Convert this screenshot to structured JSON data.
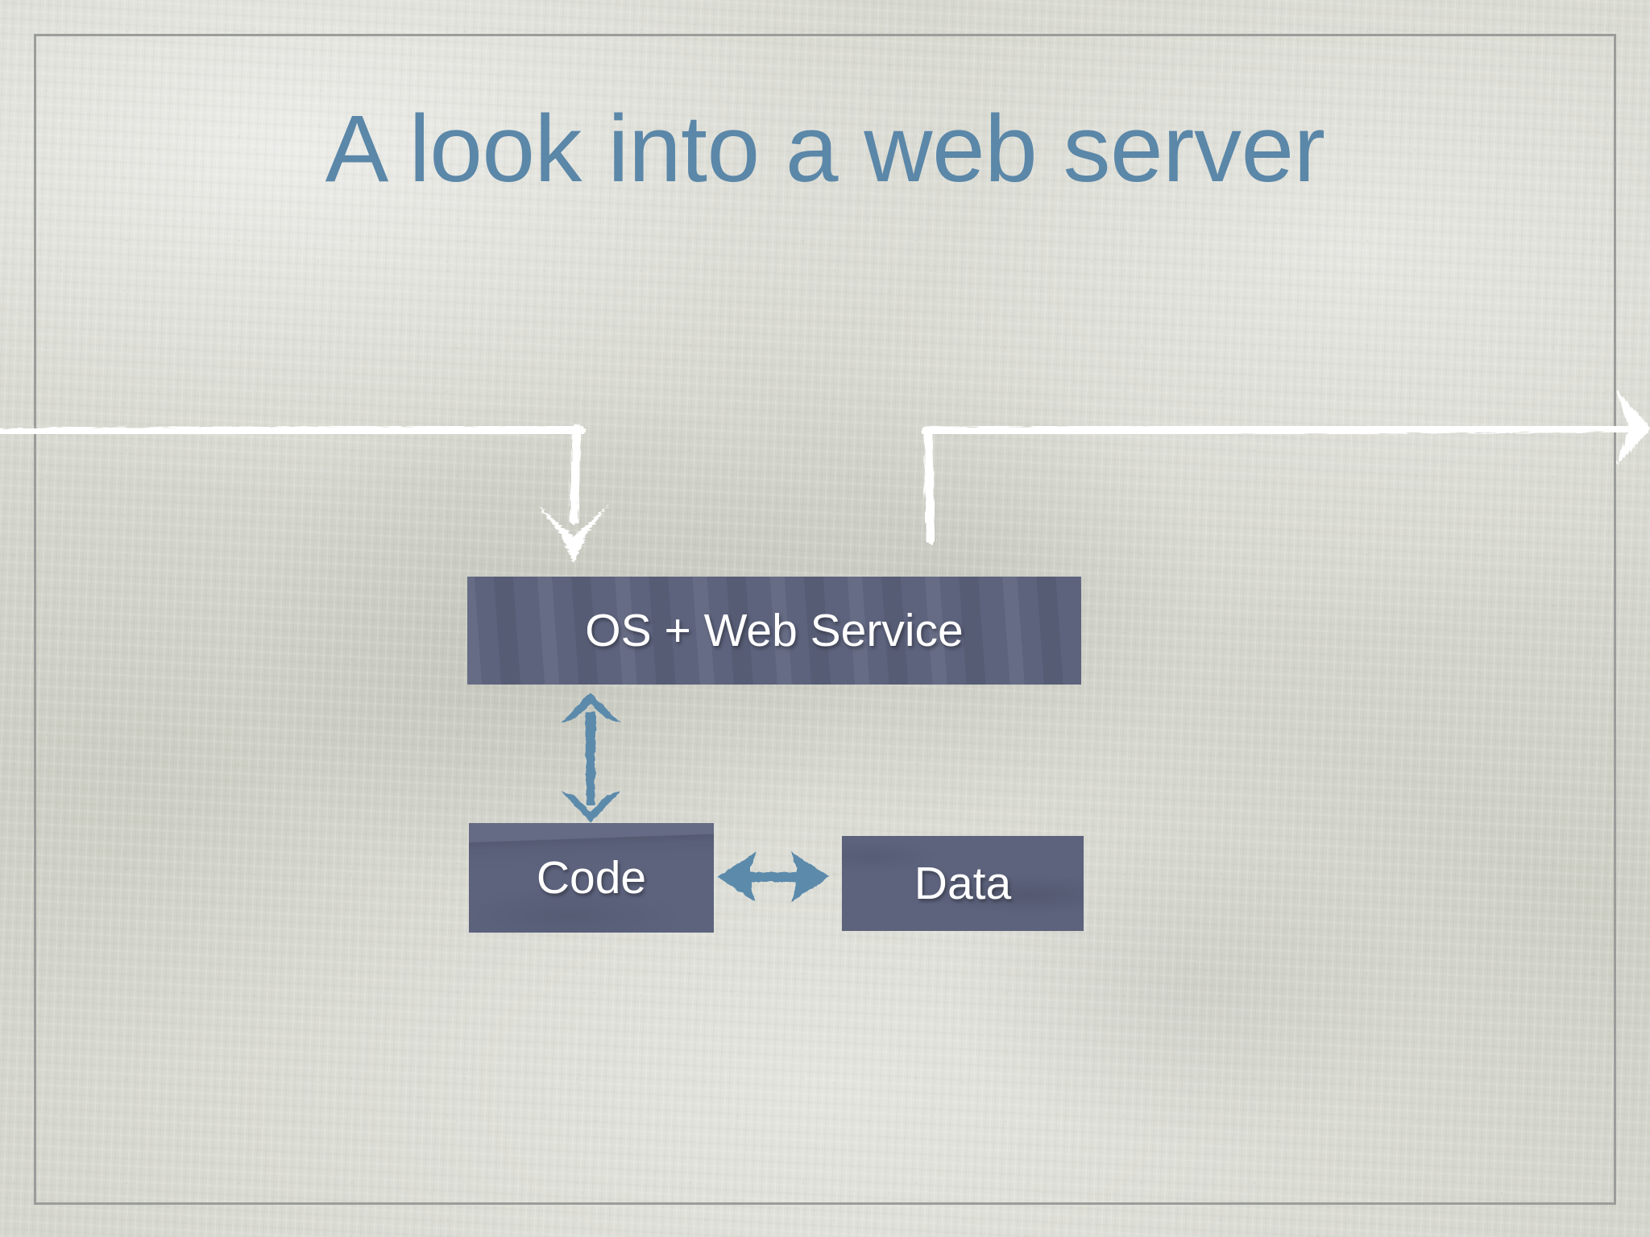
{
  "slide": {
    "title": "A look into a web server",
    "background_color": "#d5d6cd",
    "frame_color": "#9b9d9b",
    "title_color": "#5b87a8",
    "box_fill_color": "#5d637d",
    "box_text_color": "#ffffff",
    "chalk_arrow_color": "#5b8aab",
    "flow_arrow_color": "#ffffff"
  },
  "diagram": {
    "boxes": [
      {
        "id": "os",
        "label": "OS + Web Service"
      },
      {
        "id": "code",
        "label": "Code"
      },
      {
        "id": "data",
        "label": "Data"
      }
    ],
    "connectors": [
      {
        "id": "os-code",
        "kind": "double-headed-vertical-arrow"
      },
      {
        "id": "code-data",
        "kind": "double-headed-horizontal-arrow"
      },
      {
        "id": "request-flow",
        "kind": "white-hand-drawn-arrow"
      }
    ]
  }
}
